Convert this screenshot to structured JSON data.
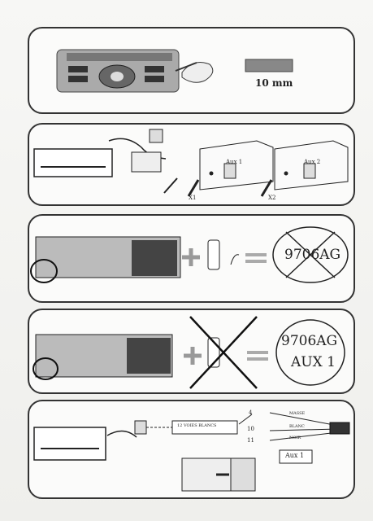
{
  "panel1": {
    "measure": "10 mm"
  },
  "panel2": {
    "label_aux_left": "Aux 1",
    "label_aux_right": "Aux 2",
    "label_x1": "X1",
    "label_x2": "X2"
  },
  "panel3": {
    "model": "9706AG"
  },
  "panel4": {
    "model_line1": "9706AG",
    "model_line2": "AUX 1"
  },
  "panel5": {
    "box_label": "12 VOIES BLANCS",
    "pin_4": "4",
    "pin_10": "10",
    "pin_11": "11",
    "wire_4": "MASSE",
    "wire_10": "BLANC",
    "wire_11": "NOIR",
    "aux_label": "Aux 1"
  }
}
